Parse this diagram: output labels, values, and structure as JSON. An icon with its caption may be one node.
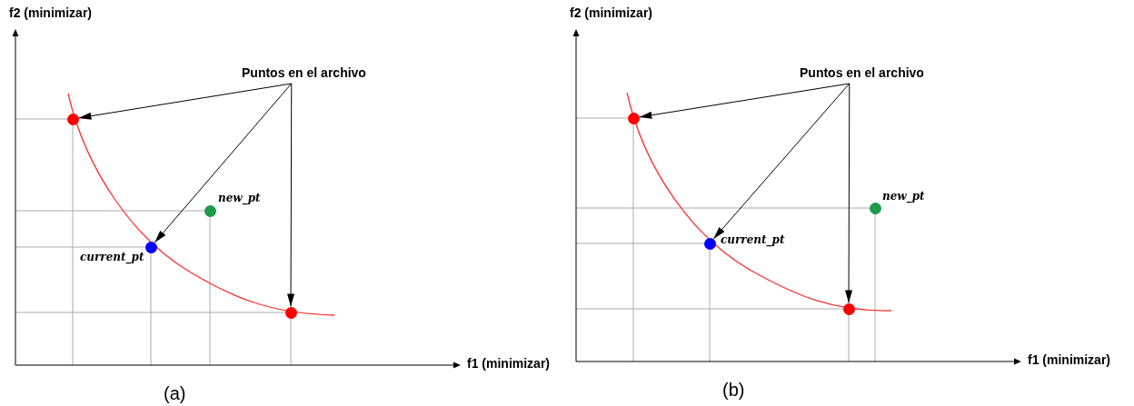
{
  "diagram": {
    "nodes": [
      {
        "text": [
          "Puntos en el archivo"
        ]
      },
      {
        "text": [],
        "shape": "circle"
      },
      {
        "text": [],
        "shape": "circle",
        "beside": [
          "current_pt"
        ]
      },
      {
        "text": [],
        "shape": "circle",
        "beside": [
          "new_pt"
        ]
      },
      {
        "text": [],
        "shape": "circle"
      },
      {
        "text": [
          "Puntos en el archivo"
        ]
      },
      {
        "text": [],
        "shape": "circle"
      },
      {
        "text": [],
        "shape": "circle",
        "beside": [
          "current_pt"
        ]
      },
      {
        "text": [],
        "shape": "circle",
        "beside": [
          "new_pt"
        ]
      },
      {
        "text": [],
        "shape": "circle"
      }
    ],
    "edges": [
      {
        "from": 0,
        "to": 1,
        "arrow": "to"
      },
      {
        "from": 0,
        "to": 2,
        "arrow": "to"
      },
      {
        "from": 0,
        "to": 4,
        "arrow": "to"
      },
      {
        "from": 5,
        "to": 6,
        "arrow": "to"
      },
      {
        "from": 5,
        "to": 7,
        "arrow": "to"
      },
      {
        "from": 5,
        "to": 9,
        "arrow": "to"
      }
    ],
    "labels": [
      "f2 (minimizar)",
      "f1 (minimizar)",
      "(a)",
      "f2 (minimizar)",
      "f1 (minimizar)",
      "(b)"
    ]
  }
}
